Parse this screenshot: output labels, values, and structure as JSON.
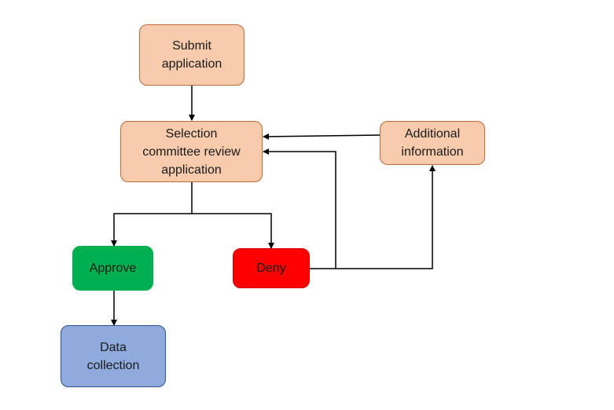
{
  "diagram": {
    "nodes": {
      "submit": "Submit\napplication",
      "review": "Selection\ncommittee review\napplication",
      "additional": "Additional\ninformation",
      "approve": "Approve",
      "deny": "Deny",
      "data": "Data\ncollection"
    },
    "colors": {
      "peach": "#f8cbad",
      "green": "#00b050",
      "red": "#ff0000",
      "blue": "#8faadc",
      "line": "#000000"
    }
  }
}
